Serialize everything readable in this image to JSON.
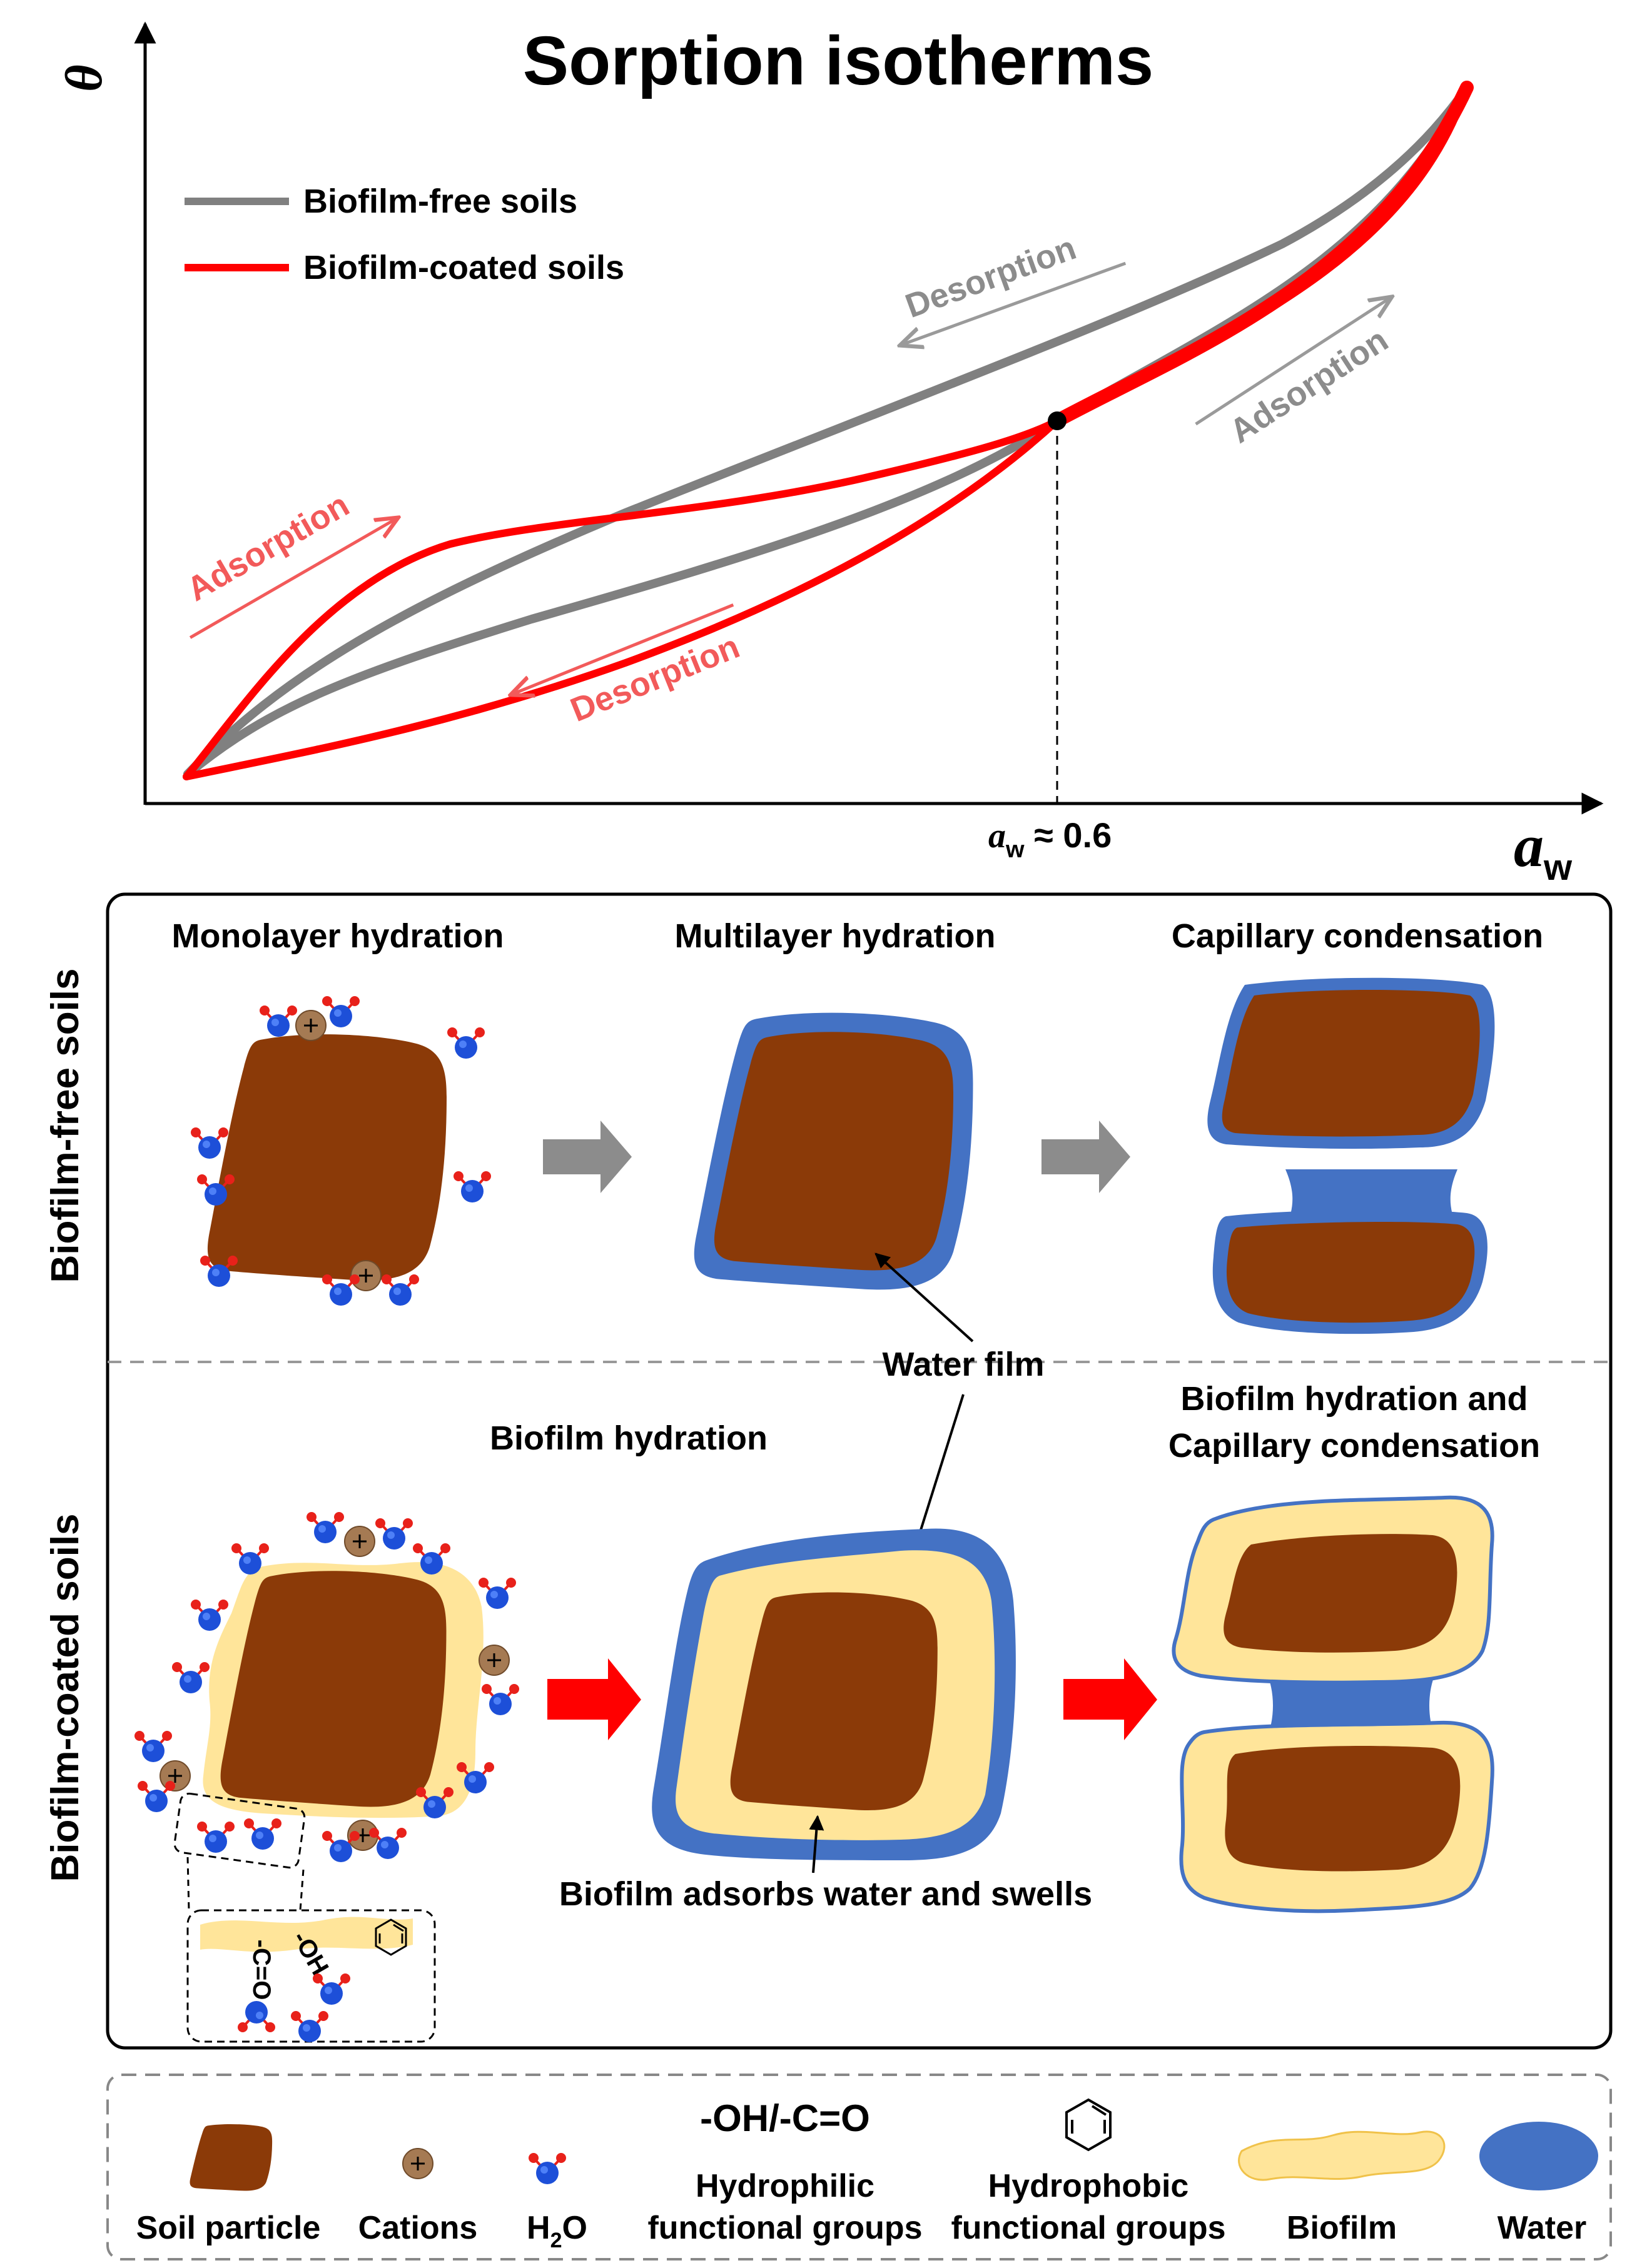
{
  "chart": {
    "title": "Sorption isotherms",
    "y_axis_label": "θ",
    "x_axis_label": "a",
    "x_axis_label_sub": "w",
    "legend": [
      {
        "label": "Biofilm-free soils",
        "color": "#808080"
      },
      {
        "label": "Biofilm-coated soils",
        "color": "#ff0000"
      }
    ],
    "annotations": {
      "gray_desorption": "Desorption",
      "gray_adsorption": "Adsorption",
      "red_adsorption": "Adsorption",
      "red_desorption": "Desorption",
      "threshold_prefix": "a",
      "threshold_sub": "w",
      "threshold_rest": " ≈ 0.6"
    }
  },
  "chart_data": {
    "type": "line",
    "title": "Sorption isotherms",
    "xlabel": "aw",
    "ylabel": "θ",
    "threshold_aw": 0.6,
    "series": [
      {
        "name": "Biofilm-free soils",
        "branch": "Adsorption",
        "color": "#808080"
      },
      {
        "name": "Biofilm-free soils",
        "branch": "Desorption",
        "color": "#808080"
      },
      {
        "name": "Biofilm-coated soils",
        "branch": "Adsorption",
        "color": "#ff0000"
      },
      {
        "name": "Biofilm-coated soils",
        "branch": "Desorption",
        "color": "#ff0000"
      }
    ]
  },
  "colors": {
    "soil": "#8b3a08",
    "water": "#4472c4",
    "biofilm": "#ffe59a",
    "cation": "#a57a53",
    "oxygen": "#e8211a",
    "water_molecule": "#1d4fd8",
    "gray_arrow": "#8c8c8c",
    "red_arrow": "#ff0000"
  },
  "panel": {
    "row1_label": "Biofilm-free soils",
    "row2_label": "Biofilm-coated soils",
    "stage_mono": "Monolayer hydration",
    "stage_multi": "Multilayer hydration",
    "stage_capillary": "Capillary condensation",
    "water_film": "Water film",
    "biofilm_hydration": "Biofilm hydration",
    "biofilm_capillary_1": "Biofilm hydration and",
    "biofilm_capillary_2": "Capillary condensation",
    "biofilm_swells": "Biofilm adsorbs water and swells",
    "inset_co": "-C=O",
    "inset_oh": "-OH"
  },
  "legend_box": {
    "soil": "Soil particle",
    "cations": "Cations",
    "h2o_main": "H",
    "h2o_sub": "2",
    "h2o_end": "O",
    "hydrophilic_formula": "-OH/-C=O",
    "hydrophilic_1": "Hydrophilic",
    "hydrophilic_2": "functional groups",
    "hydrophobic_1": "Hydrophobic",
    "hydrophobic_2": "functional groups",
    "biofilm": "Biofilm",
    "water": "Water"
  }
}
